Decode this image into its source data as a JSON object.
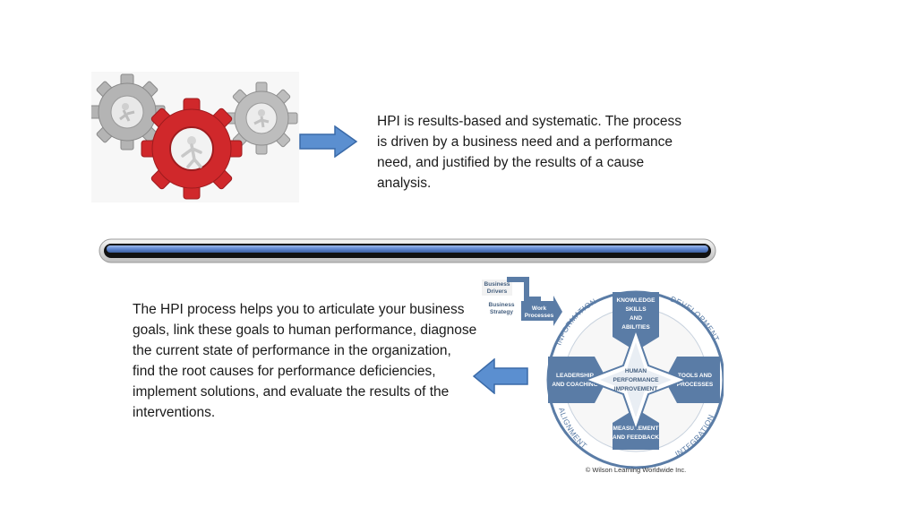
{
  "top_text": "HPI is results-based and systematic.  The process is driven by a business need and a performance need, and justified by the results of a cause analysis.",
  "bottom_text": "The HPI process helps you to articulate your business goals, link these goals to human performance, diagnose the current state of performance in the organization, find the root causes for performance deficiencies, implement solutions, and evaluate the results of the interventions.",
  "model": {
    "business_drivers": [
      "Business",
      "Drivers"
    ],
    "business_strategy": [
      "Business",
      "Strategy"
    ],
    "work_processes": [
      "Work",
      "Processes"
    ],
    "ring_labels": {
      "information": "INFORMATION",
      "development": "DEVELOPMENT",
      "alignment": "ALIGNMENT",
      "integration": "INTEGRATION"
    },
    "top_box": [
      "KNOWLEDGE",
      "SKILLS",
      "AND",
      "ABILITIES"
    ],
    "left_box": [
      "LEADERSHIP",
      "AND COACHING"
    ],
    "right_box": [
      "TOOLS AND",
      "PROCESSES"
    ],
    "bottom_box": [
      "MEASUREMENT",
      "AND FEEDBACK"
    ],
    "center": [
      "HUMAN",
      "PERFORMANCE",
      "IMPROVEMENT"
    ],
    "copyright": "© Wilson Learning Worldwide Inc."
  },
  "colors": {
    "arrow_fill": "#5b8fd0",
    "arrow_stroke": "#3a6aa8",
    "divider_blue": "#6a93d8",
    "model_blue": "#5a7ca6",
    "gear_red": "#d0282b",
    "gear_gray": "#b0b0b0"
  }
}
